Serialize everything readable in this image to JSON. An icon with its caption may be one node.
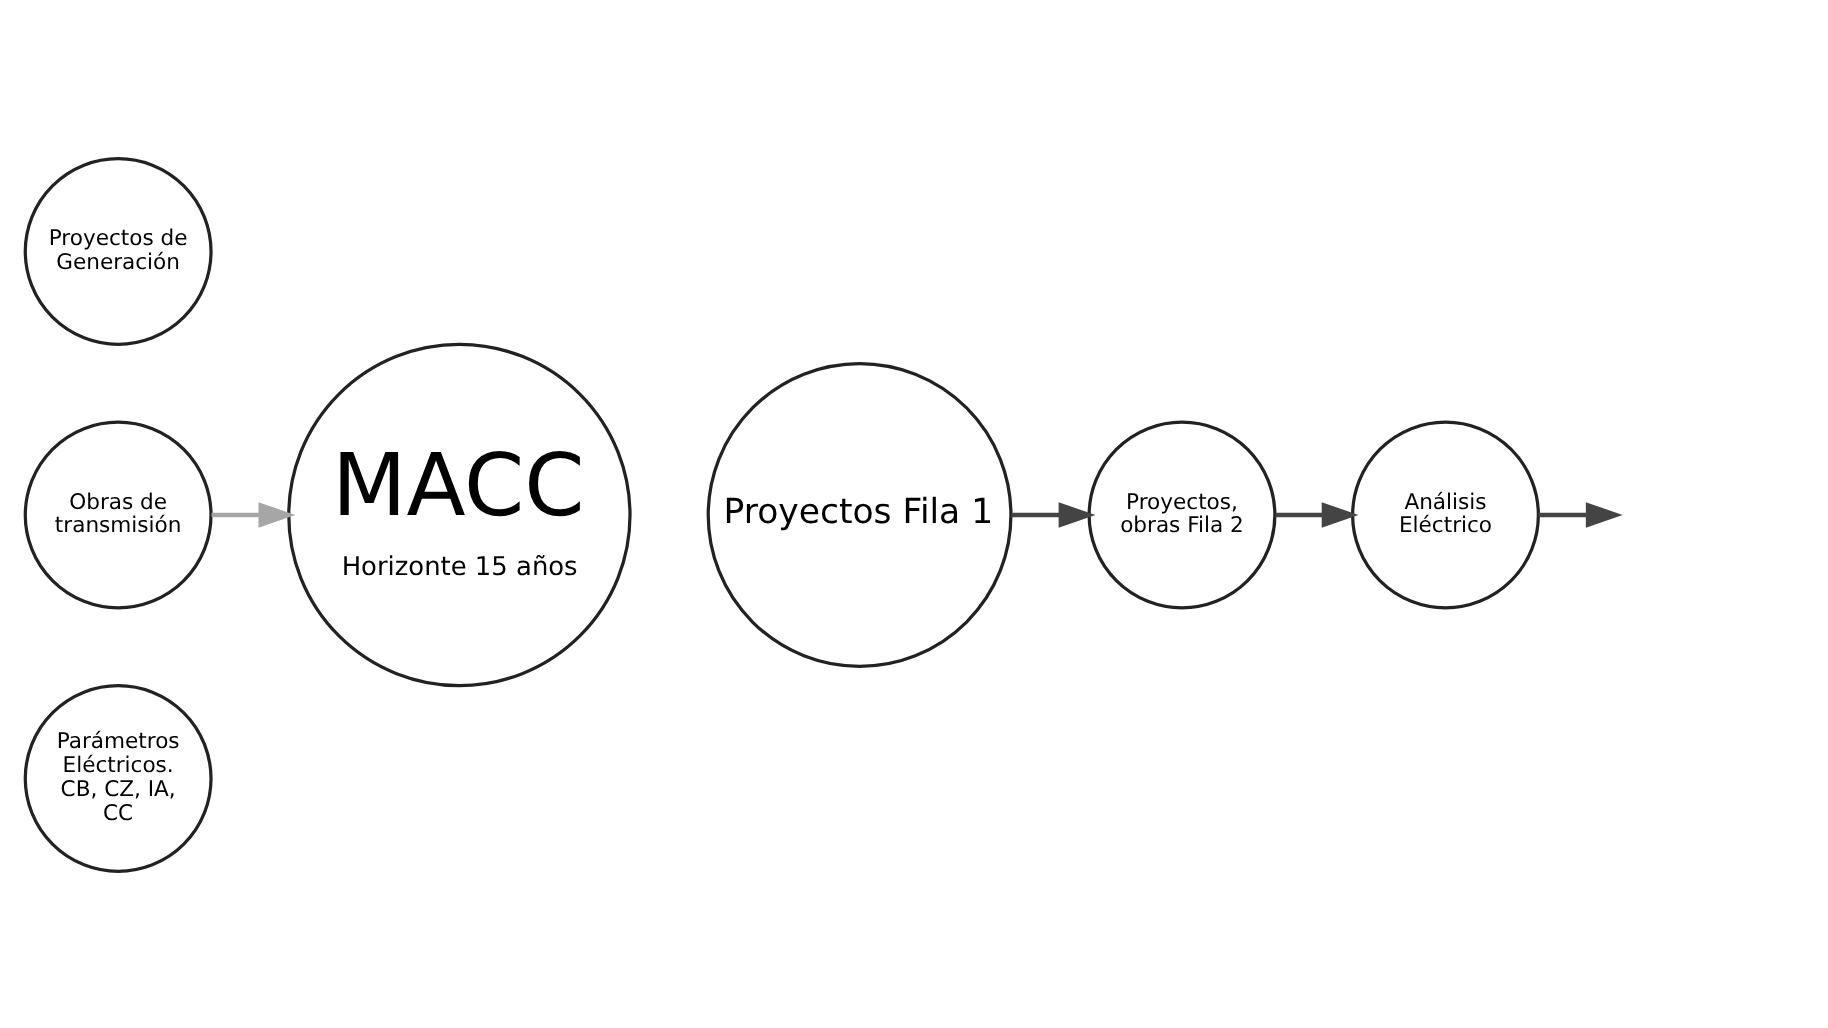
{
  "diagram": {
    "nodes": [
      {
        "text": [
          "Proyectos de Generación"
        ]
      },
      {
        "text": [
          "Obras de transmisión"
        ]
      },
      {
        "text": [
          "Parámetros Eléctricos. CB, CZ, IA, CC"
        ]
      },
      {
        "text": [
          "MACC",
          "Horizonte 15 años"
        ]
      },
      {
        "text": [
          "Proyectos Fila 1"
        ]
      },
      {
        "text": [
          "Proyectos, obras Fila 2"
        ]
      },
      {
        "text": [
          "Análisis Eléctrico"
        ]
      }
    ],
    "edges": [
      {
        "from": 1,
        "to": 3,
        "arrow": "to",
        "color": "#a6a6a6"
      },
      {
        "from": 4,
        "to": 5,
        "arrow": "to"
      },
      {
        "from": 5,
        "to": 6,
        "arrow": "to"
      },
      {
        "from": 6,
        "to": null,
        "arrow": "to"
      }
    ]
  }
}
